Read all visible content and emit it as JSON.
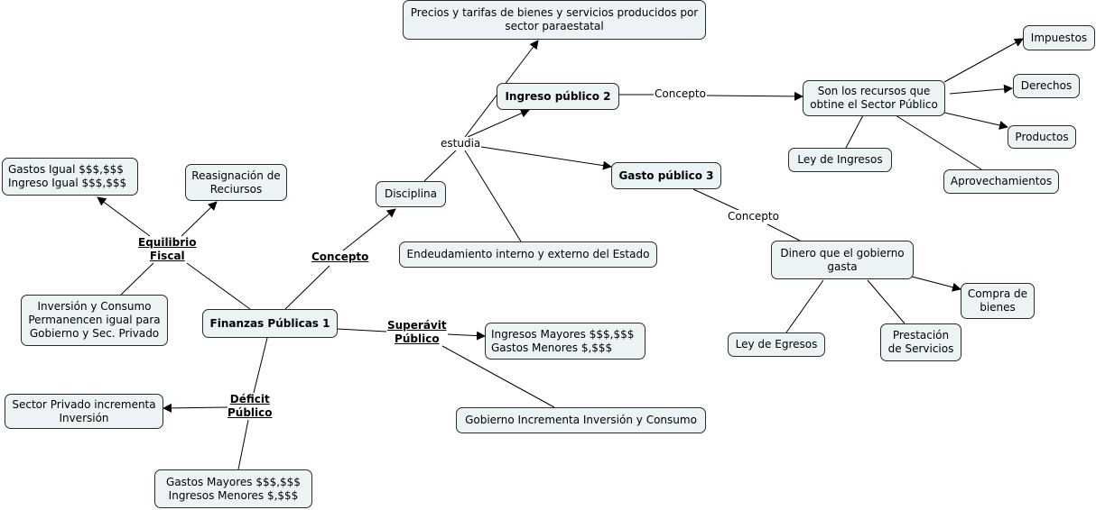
{
  "title": "Finanzas Públicas",
  "colors": {
    "node_fill": "#ebf3f5",
    "node_border": "#2b2b2b",
    "line": "#000000",
    "background": "#ffffff"
  },
  "nodes": {
    "finanzas": "Finanzas Públicas 1",
    "disciplina": "Disciplina",
    "ingreso": "Ingreso público 2",
    "gasto": "Gasto público 3",
    "precios": "Precios y tarifas de bienes y servicios producidos por\nsector paraestatal",
    "endeudamiento": "Endeudamiento interno y externo del Estado",
    "son_recursos": "Son los recursos  que\nobtine el Sector Público",
    "impuestos": "Impuestos",
    "derechos": "Derechos",
    "productos": "Productos",
    "ley_ingresos": "Ley de Ingresos",
    "aprovechamientos": "Aprovechamientos",
    "dinero_gasta": "Dinero que el gobierno\ngasta",
    "compra_bienes": "Compra de\nbienes",
    "ley_egresos": "Ley de Egresos",
    "prestacion": "Prestación\nde Servicios",
    "gastos_igual": "Gastos Igual  $$$,$$$\nIngreso Igual $$$,$$$",
    "reasignacion": "Reasignación de\nReciursos",
    "inversion_consumo": "Inversión y Consumo\nPermanencen igual para\nGobierno y Sec. Privado",
    "ingresos_mayores": "Ingresos Mayores $$$,$$$\nGastos Menores       $,$$$",
    "gobierno_incrementa": "Gobierno Incrementa Inversión y Consumo",
    "sector_privado": "Sector Privado incrementa\nInversión",
    "gastos_mayores": "Gastos Mayores $$$,$$$\nIngresos Menores   $,$$$"
  },
  "link_labels": {
    "concepto_main": "Concepto",
    "estudia": "estudia",
    "concepto_ingreso": "Concepto",
    "concepto_gasto": "Concepto",
    "equilibrio": "Equilibrio\nFiscal",
    "superavit": "Superávit\nPúblico",
    "deficit": "Déficit\nPúblico"
  }
}
